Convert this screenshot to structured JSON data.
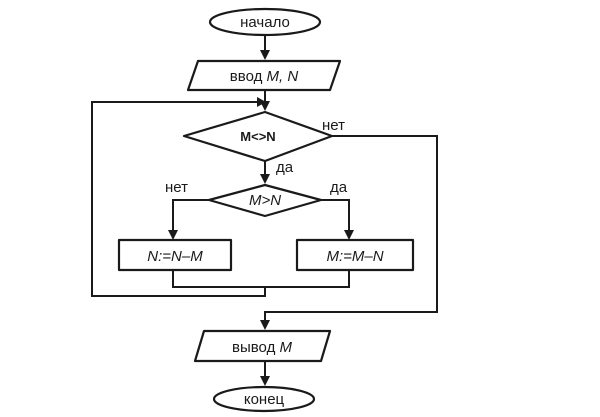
{
  "start": {
    "label": "начало"
  },
  "input": {
    "prefix": "ввод",
    "vars": "M, N"
  },
  "loop_condition": {
    "text": "M<>N",
    "yes": "да",
    "no": "нет"
  },
  "branch_condition": {
    "text": "M>N",
    "yes": "да",
    "no": "нет"
  },
  "assign_left": {
    "text": "N:=N–M"
  },
  "assign_right": {
    "text": "M:=M–N"
  },
  "output": {
    "prefix": "вывод",
    "vars": "M"
  },
  "end": {
    "label": "конец"
  }
}
